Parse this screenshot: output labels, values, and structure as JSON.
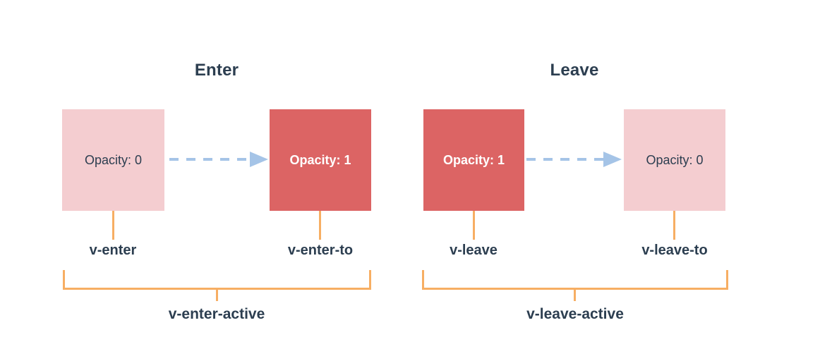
{
  "colors": {
    "navy": "#2c3e50",
    "pink": "#f4cdd0",
    "red": "#dc6464",
    "blue": "#a5c4e7",
    "orange": "#f7ae63",
    "background": "#ffffff"
  },
  "icons": {
    "enter_arrow": "dashed-right-arrow",
    "leave_arrow": "dashed-right-arrow"
  },
  "enter": {
    "title": "Enter",
    "from_box": {
      "label": "Opacity: 0"
    },
    "to_box": {
      "label": "Opacity: 1"
    },
    "from_class": "v-enter",
    "to_class": "v-enter-to",
    "active_class": "v-enter-active"
  },
  "leave": {
    "title": "Leave",
    "from_box": {
      "label": "Opacity: 1"
    },
    "to_box": {
      "label": "Opacity: 0"
    },
    "from_class": "v-leave",
    "to_class": "v-leave-to",
    "active_class": "v-leave-active"
  }
}
